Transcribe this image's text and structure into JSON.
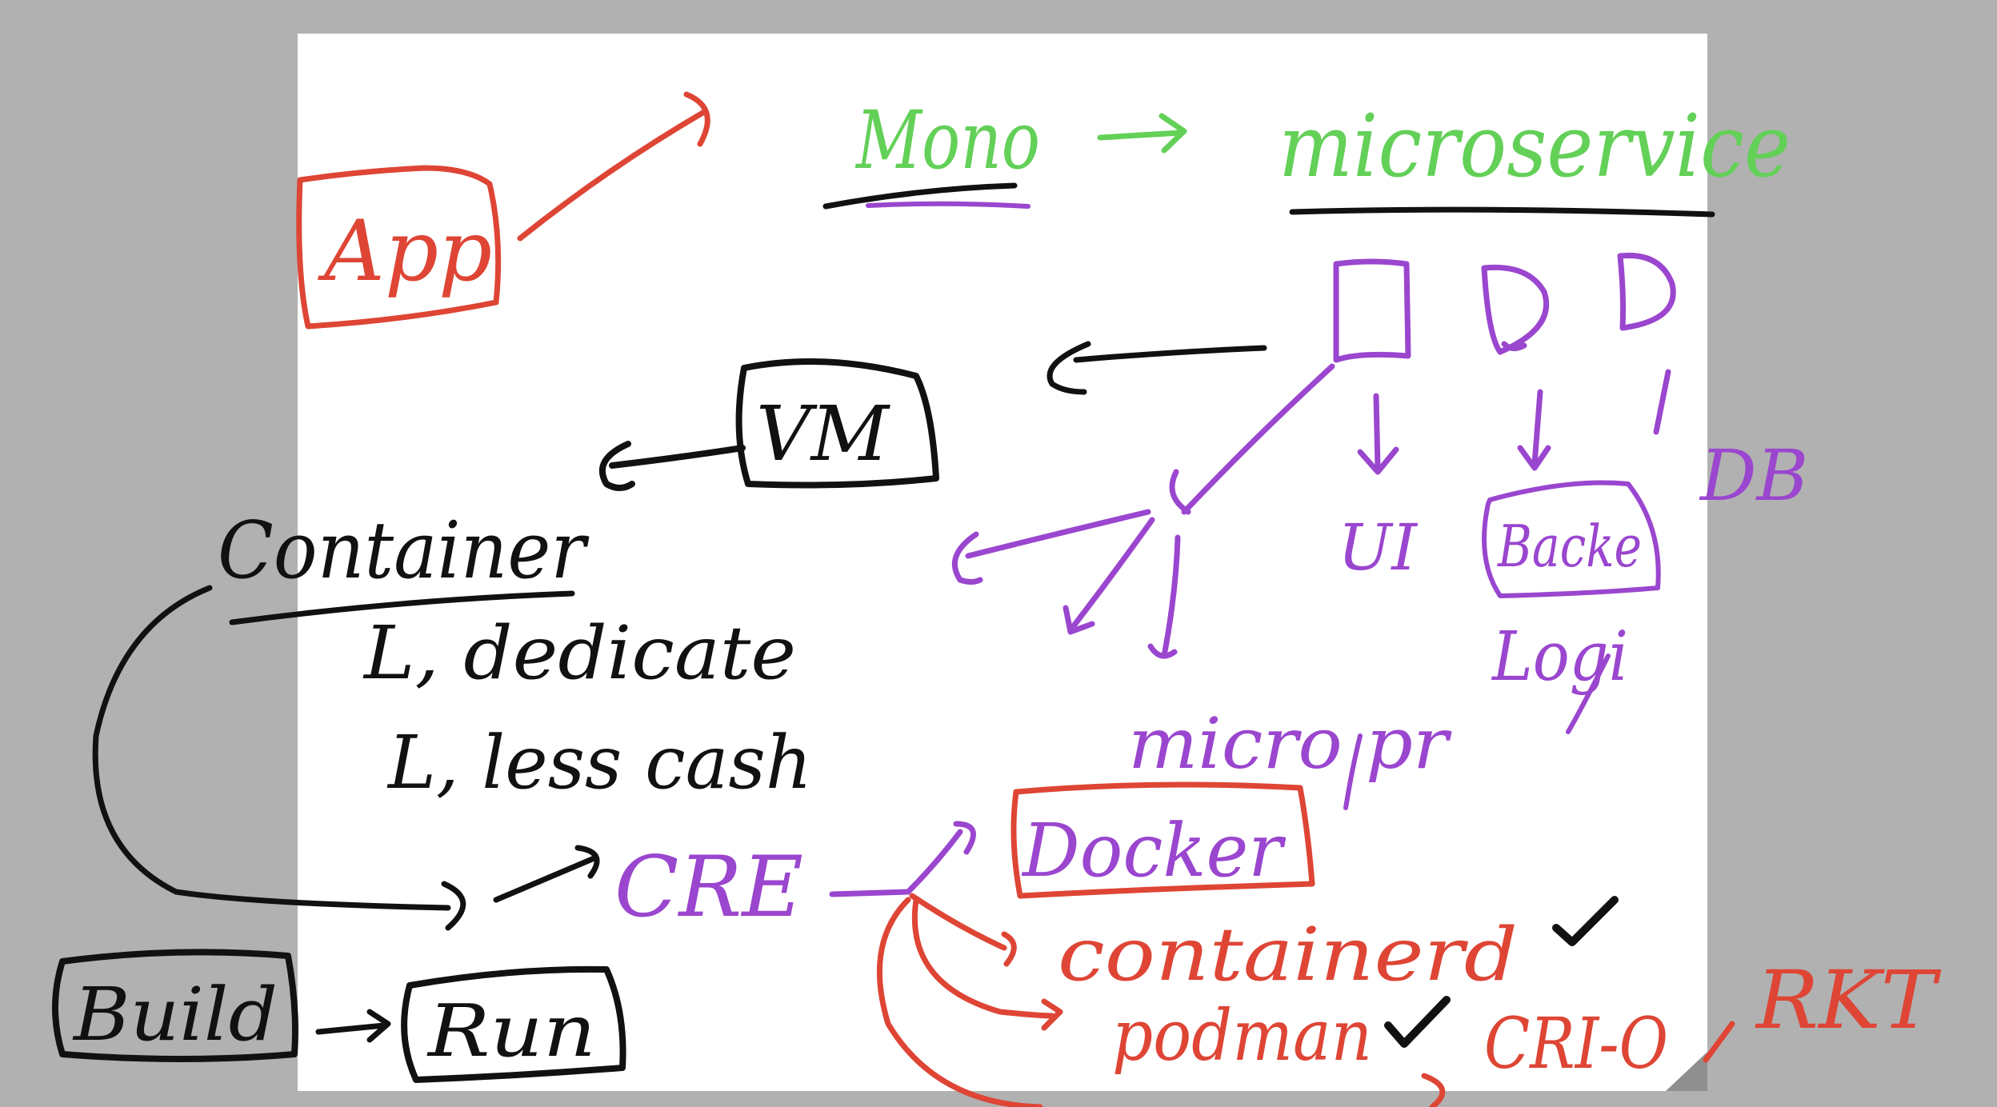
{
  "colors": {
    "background": "#b1b1b1",
    "canvas": "#ffffff",
    "red": "#de4535",
    "green": "#63d058",
    "purple": "#9a46cf",
    "black": "#111111"
  },
  "labels": {
    "app": "App",
    "mono": "Mono",
    "microservice": "microservice",
    "vm": "VM",
    "container": "Container",
    "dedicate": "L, dedicate",
    "less_cash": "L, less cash",
    "cre": "CRE",
    "build": "Build",
    "run": "Run",
    "docker": "Docker",
    "containerd": "containerd",
    "podman": "podman",
    "crio": "CRI-O",
    "rkt": "RKT",
    "db": "DB",
    "ui": "UI",
    "backend": "Backe",
    "logic": "Logi",
    "micro_pr": "micro pr"
  },
  "icons": {
    "checkmark": "checkmark-icon"
  }
}
